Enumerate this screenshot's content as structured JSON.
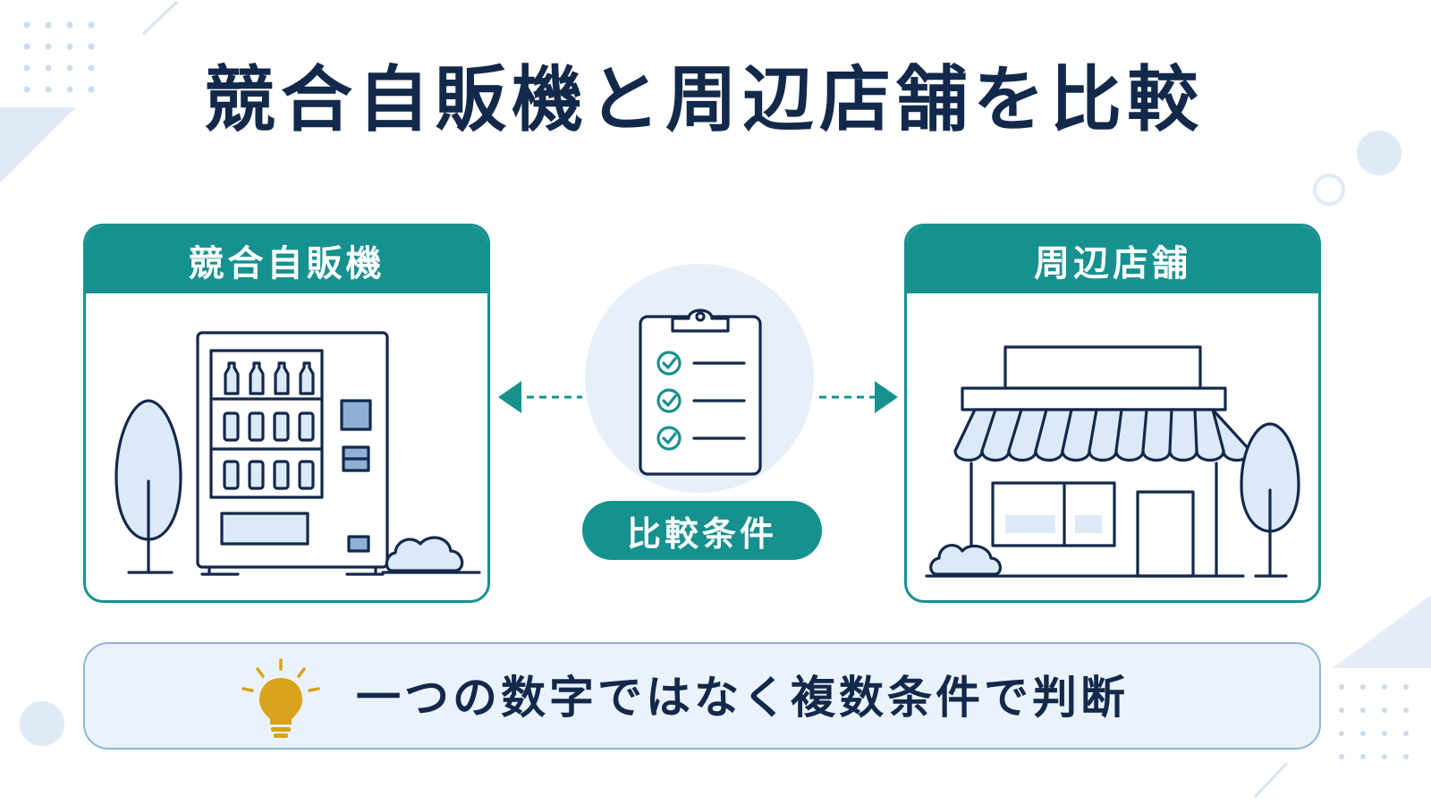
{
  "title": "競合自販機と周辺店舗を比較",
  "left_card": {
    "label": "競合自販機",
    "illustration": "vending-machine-icon"
  },
  "right_card": {
    "label": "周辺店舗",
    "illustration": "storefront-icon"
  },
  "center": {
    "label": "比較条件",
    "icon": "clipboard-checklist-icon"
  },
  "bottom": {
    "text": "一つの数字ではなく複数条件で判断",
    "icon": "lightbulb-icon"
  },
  "colors": {
    "navy": "#13294b",
    "teal": "#16918f",
    "light_blue": "#dce9f7",
    "pale_blue": "#eaf2fb",
    "gold": "#d9a21b"
  }
}
